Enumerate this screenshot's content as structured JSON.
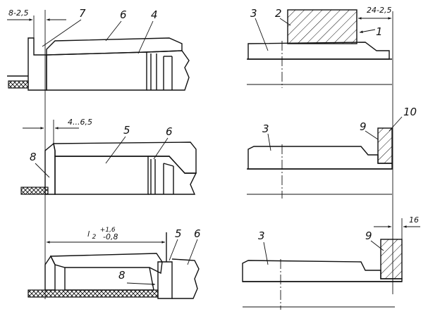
{
  "drawing": {
    "stages": [
      {
        "left": {
          "dimension": "8-2,5",
          "callouts": [
            "7",
            "6",
            "4"
          ]
        },
        "right": {
          "dimension": "24-2,5",
          "callouts": [
            "3",
            "2",
            "1"
          ]
        }
      },
      {
        "left": {
          "dimension": "4...6,5",
          "callouts": [
            "5",
            "6",
            "8"
          ]
        },
        "right": {
          "callouts": [
            "3",
            "9",
            "10"
          ]
        }
      },
      {
        "left": {
          "dimension": {
            "base": "l",
            "subscript": "2",
            "upper": "+1,6",
            "lower": "-0,8"
          },
          "callouts": [
            "5",
            "6",
            "8"
          ]
        },
        "right": {
          "dimension": "16",
          "callouts": [
            "3",
            "9"
          ]
        }
      }
    ]
  }
}
